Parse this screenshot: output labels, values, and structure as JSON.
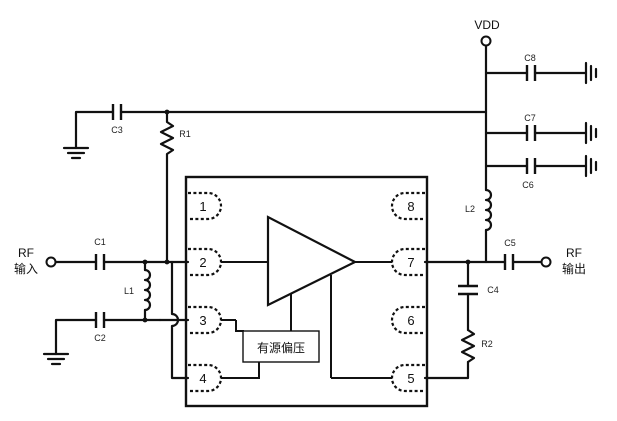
{
  "chip": {
    "pins": [
      "1",
      "2",
      "3",
      "4",
      "5",
      "6",
      "7",
      "8"
    ],
    "bias_label": "有源偏压"
  },
  "supply": {
    "label": "VDD"
  },
  "rf_in": {
    "label": "RF",
    "sublabel": "输入"
  },
  "rf_out": {
    "label": "RF",
    "sublabel": "输出"
  },
  "components": {
    "c1": "C1",
    "c2": "C2",
    "c3": "C3",
    "c4": "C4",
    "c5": "C5",
    "c6": "C6",
    "c7": "C7",
    "c8": "C8",
    "l1": "L1",
    "l2": "L2",
    "r1": "R1",
    "r2": "R2"
  }
}
